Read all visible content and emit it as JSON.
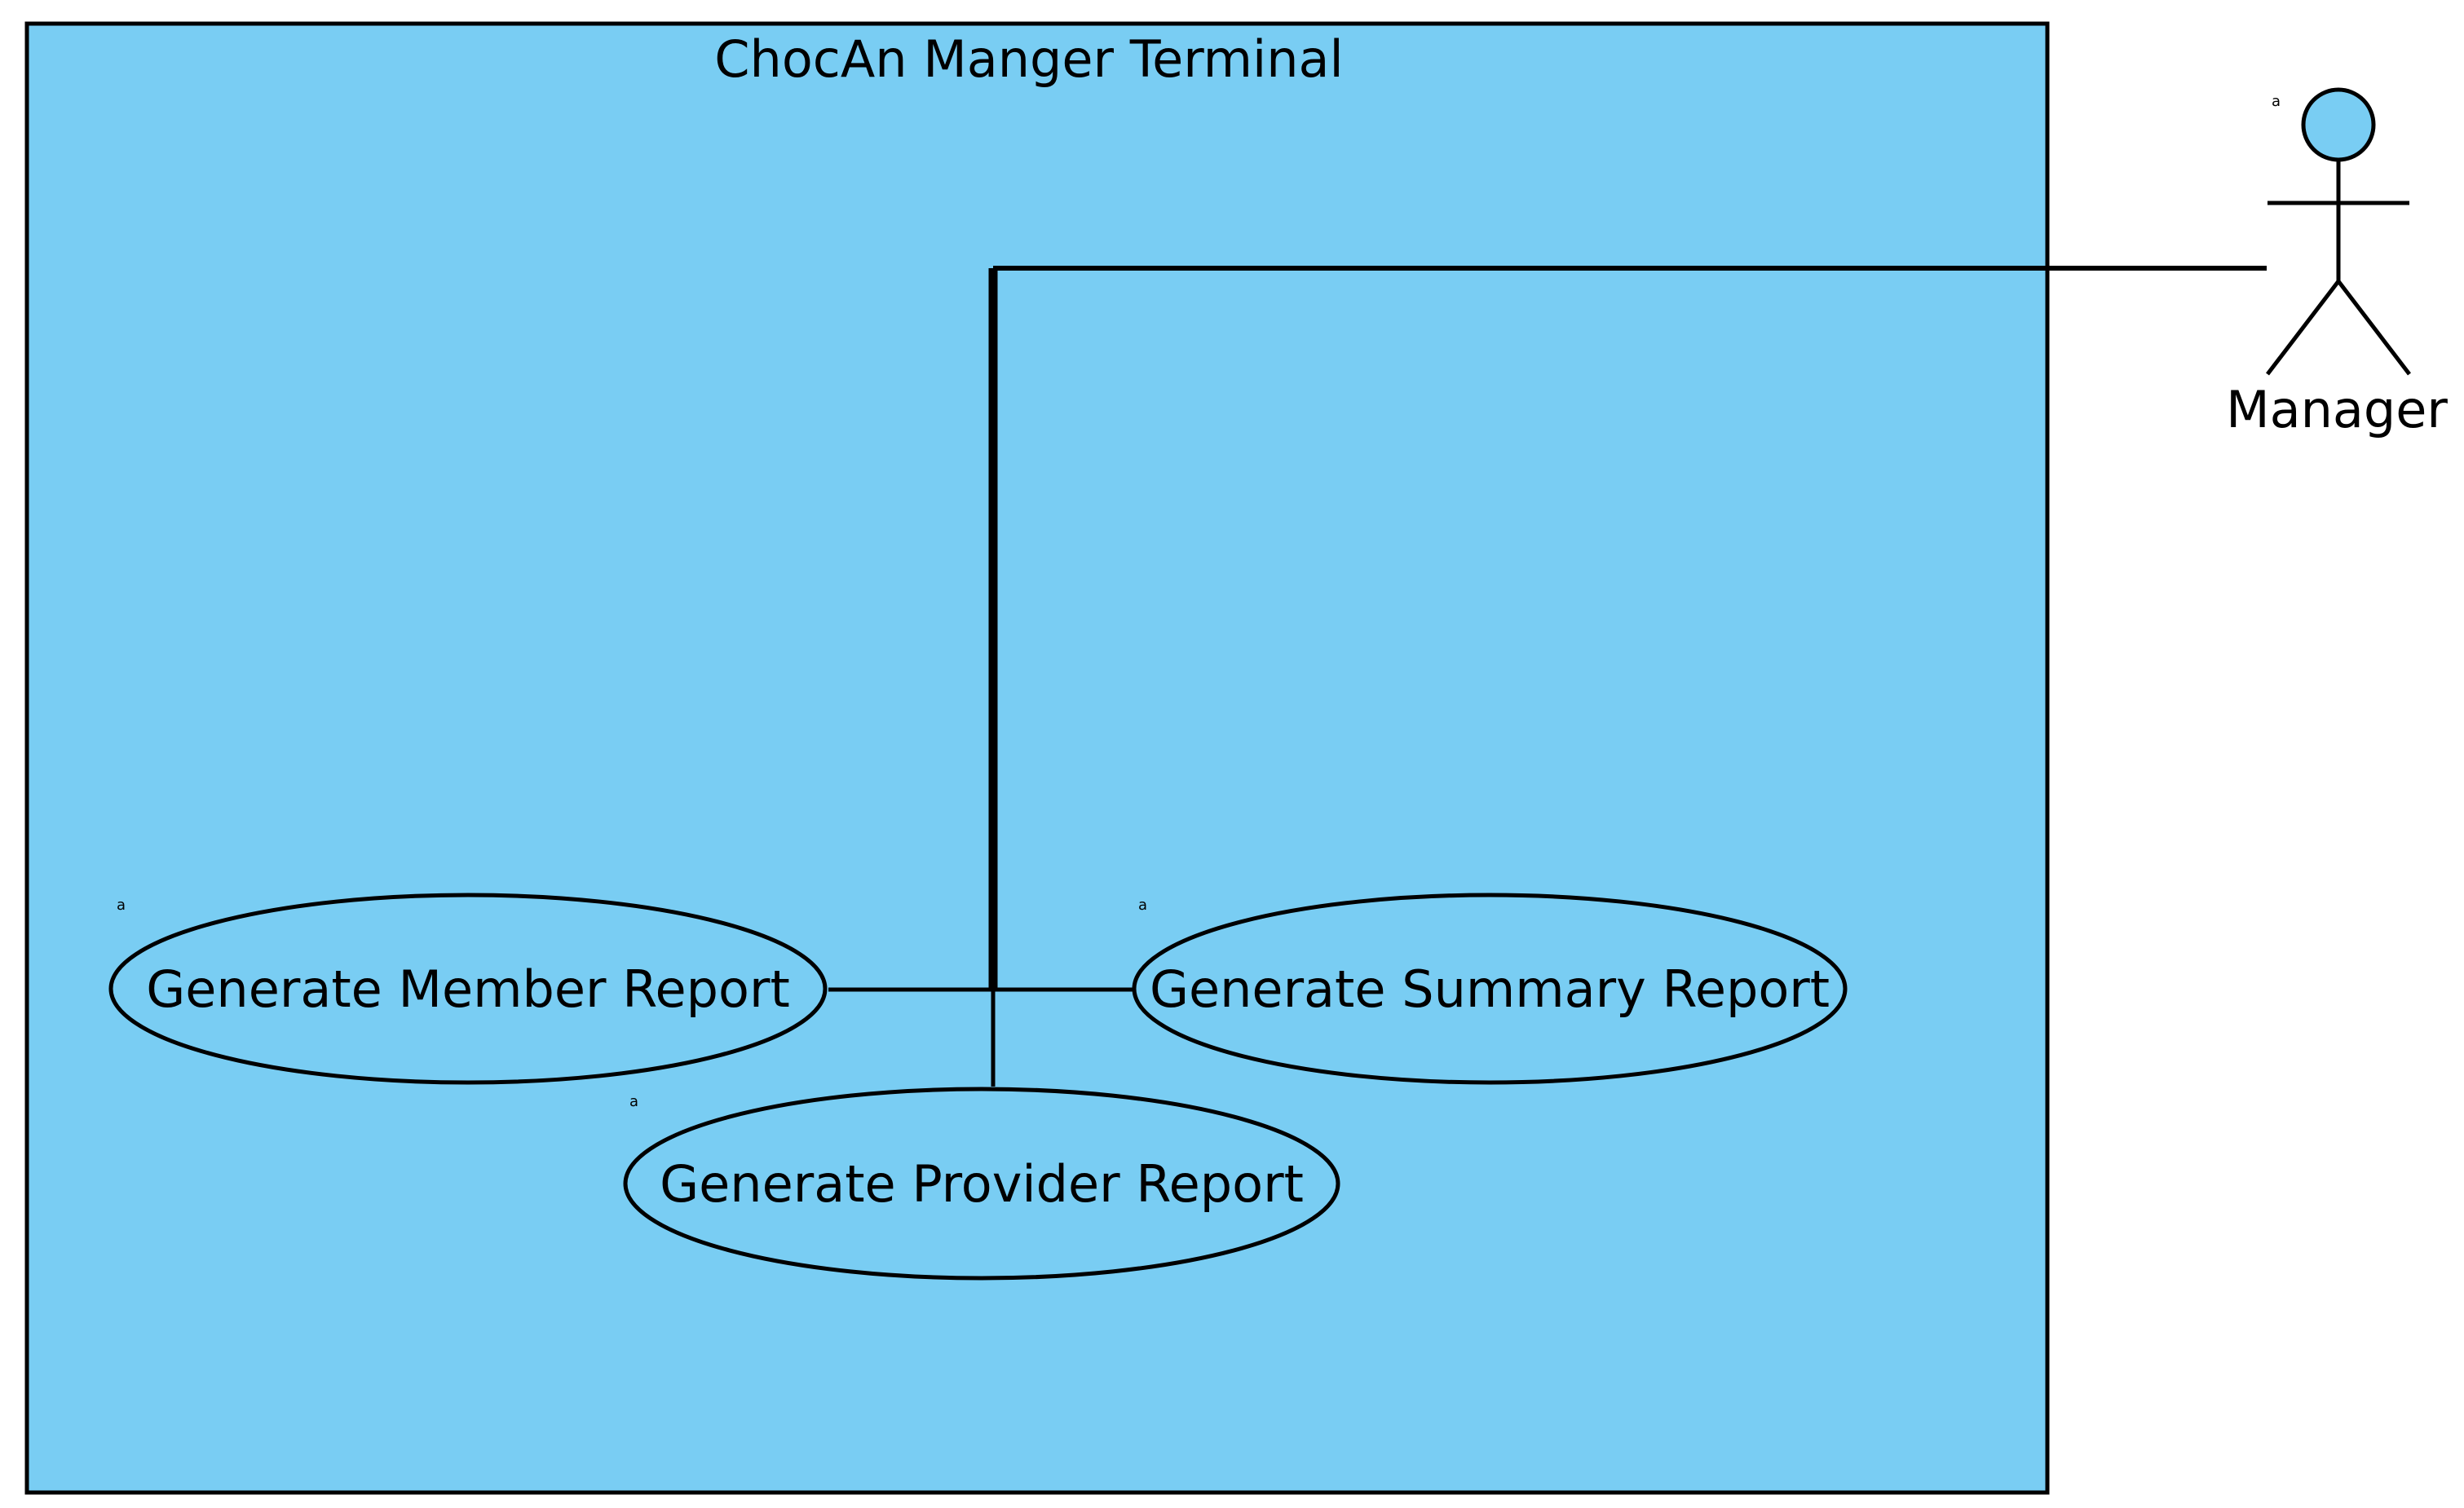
{
  "diagram": {
    "type": "uml-use-case",
    "system": {
      "title": "ChocAn Manger Terminal",
      "fill": "#79CDF3",
      "stroke": "#000000"
    },
    "actor": {
      "label": "Manager",
      "head_fill": "#79CDF3",
      "marker": "a"
    },
    "use_cases": [
      {
        "id": "member",
        "label": "Generate Member Report",
        "marker": "a"
      },
      {
        "id": "summary",
        "label": "Generate Summary Report",
        "marker": "a"
      },
      {
        "id": "provider",
        "label": "Generate Provider Report",
        "marker": "a"
      }
    ],
    "associations": [
      {
        "from": "actor",
        "to": "member"
      },
      {
        "from": "actor",
        "to": "summary"
      },
      {
        "from": "actor",
        "to": "provider"
      }
    ]
  }
}
